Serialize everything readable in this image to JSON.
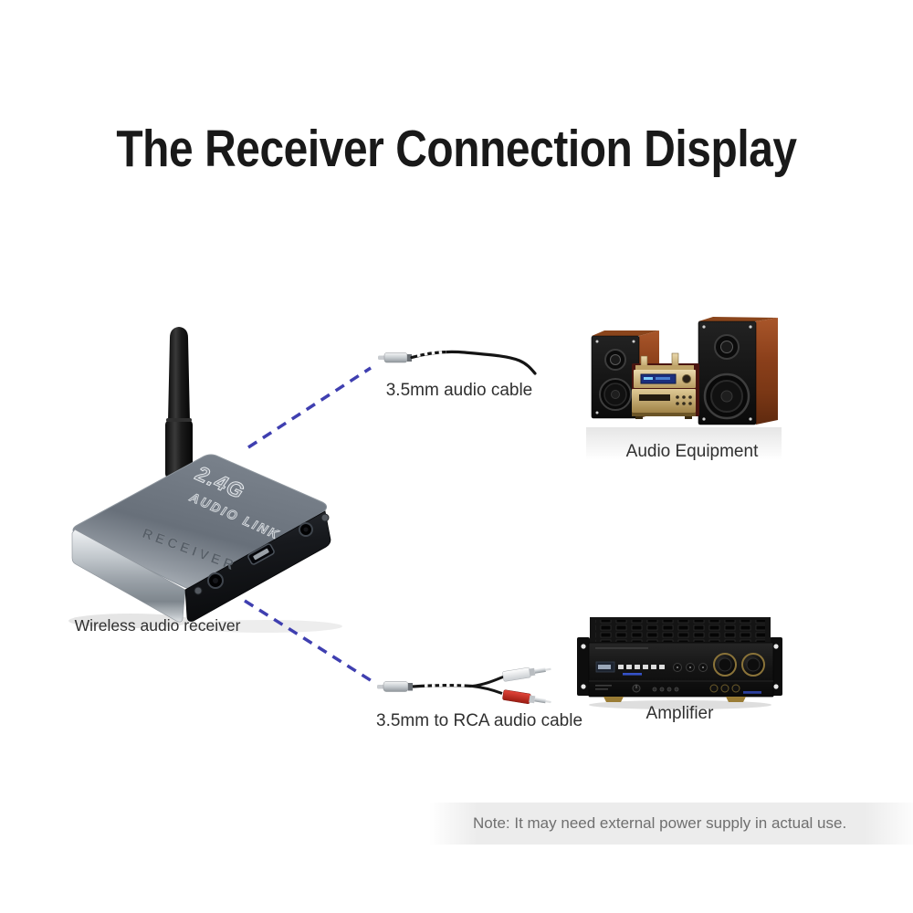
{
  "title": "The Receiver Connection Display",
  "receiver": {
    "label": "Wireless audio receiver",
    "badge_line1": "2.4G",
    "badge_line2": "AUDIO LINK",
    "panel_text": "RECEIVER"
  },
  "connections": [
    {
      "cable_label": "3.5mm audio cable",
      "device_label": "Audio Equipment"
    },
    {
      "cable_label": "3.5mm to RCA audio cable",
      "device_label": "Amplifier"
    }
  ],
  "note": "Note: It may need external power supply in actual use.",
  "colors": {
    "dashed_line": "#3f3fb0",
    "title_text": "#191919",
    "label_text": "#303030",
    "note_bg": "#ececec",
    "note_text": "#6f6f6f",
    "rca_red": "#c22a1e",
    "speaker_wood": "#8a3f1a",
    "device_metal": "#6d757e"
  }
}
